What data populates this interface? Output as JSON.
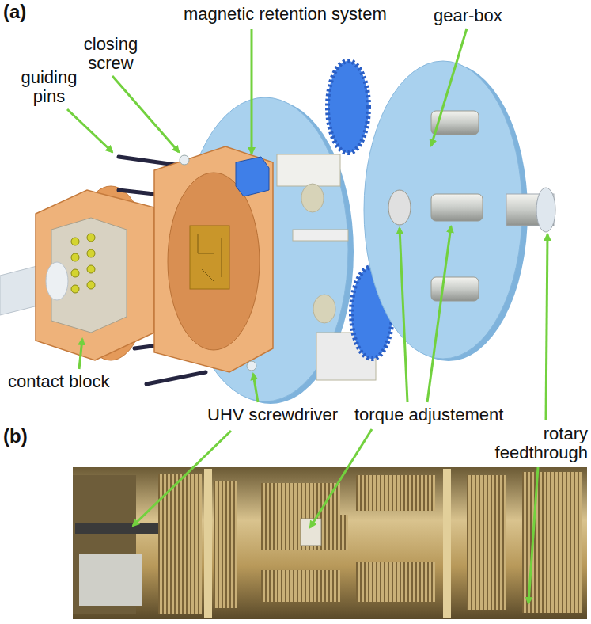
{
  "diagram": {
    "labels": [
      "(a)",
      "closing screw",
      "magnetic retention system",
      "gear-box",
      "guiding pins",
      "contact block",
      "UHV screwdriver",
      "torque adjustement",
      "rotary feedthrough",
      "(b)"
    ]
  }
}
